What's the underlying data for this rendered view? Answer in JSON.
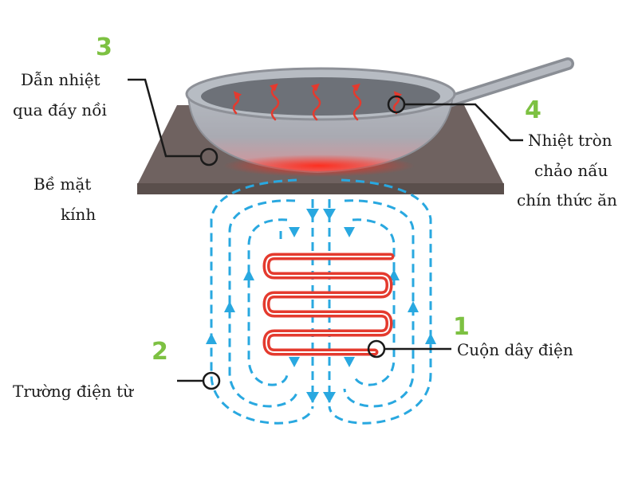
{
  "labels": {
    "num3": "3",
    "num4": "4",
    "num1": "1",
    "num2": "2",
    "conduct_line1": "Dẫn nhiệt",
    "conduct_line2": "qua đáy nồi",
    "glass_line1": "Bề mặt",
    "glass_line2": "kính",
    "heat_line1": "Nhiệt tròn",
    "heat_line2": "chảo nấu",
    "heat_line3": "chín thức ăn",
    "coil": "Cuộn dây điện",
    "field": "Trường điện từ"
  },
  "colors": {
    "number_green": "#7dc142",
    "field_blue": "#29a8e0",
    "coil_red": "#e43a2e",
    "glass_dark": "#6b5f5c",
    "pan_gray": "#a9aeb6",
    "text": "#1a1a1a"
  }
}
